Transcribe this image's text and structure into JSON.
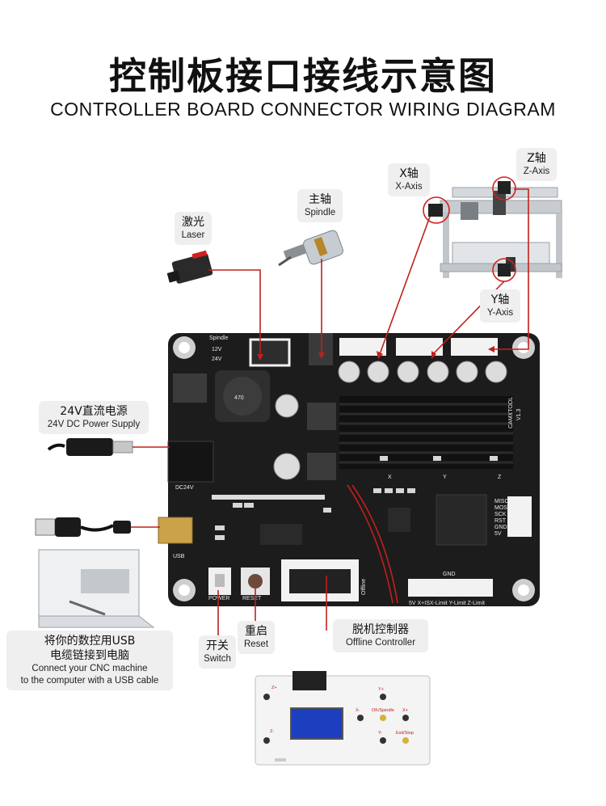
{
  "title_cn": "控制板接口接线示意图",
  "title_en": "CONTROLLER BOARD CONNECTOR WIRING DIAGRAM",
  "labels": {
    "z_axis": {
      "cn": "Z轴",
      "en": "Z-Axis"
    },
    "x_axis": {
      "cn": "X轴",
      "en": "X-Axis"
    },
    "spindle": {
      "cn": "主轴",
      "en": "Spindle"
    },
    "laser": {
      "cn": "激光",
      "en": "Laser"
    },
    "y_axis": {
      "cn": "Y轴",
      "en": "Y-Axis"
    },
    "power": {
      "cn": "24V直流电源",
      "en": "24V DC Power Supply"
    },
    "usb": {
      "cn1": "将你的数控用USB",
      "cn2": "电缆链接到电脑",
      "en1": "Connect your CNC machine",
      "en2": "to the computer with a USB cable"
    },
    "switch": {
      "cn": "开关",
      "en": "Switch"
    },
    "reset": {
      "cn": "重启",
      "en": "Reset"
    },
    "offline": {
      "cn": "脱机控制器",
      "en": "Offline Controller"
    }
  },
  "board": {
    "spindle": "Spindle",
    "v12": "12V",
    "v24": "24V",
    "dc24v": "DC24V",
    "usb": "USB",
    "power": "POWER",
    "reset": "RESET",
    "offline": "Offline",
    "gnd": "GND",
    "limits": "5V  X+ISX-Limit Y-Limit Z-Limit",
    "brand": "CAMXTOOL",
    "version": "V1.3",
    "inductor": "470",
    "x": "X",
    "y": "Y",
    "z": "Z",
    "pins": [
      "MISO",
      "MOSI",
      "SCK",
      "RST",
      "GND",
      "5V"
    ]
  },
  "offline_controller": {
    "buttons": [
      "Z+",
      "Y+",
      "X-",
      "OK/Spindle",
      "X+",
      "Z-",
      "Y-",
      "Exit/Stop"
    ]
  },
  "colors": {
    "board": "#1c1c1c",
    "wire": "#c0201c",
    "label_bg": "#efefef",
    "connector": "#f2f2f2"
  }
}
